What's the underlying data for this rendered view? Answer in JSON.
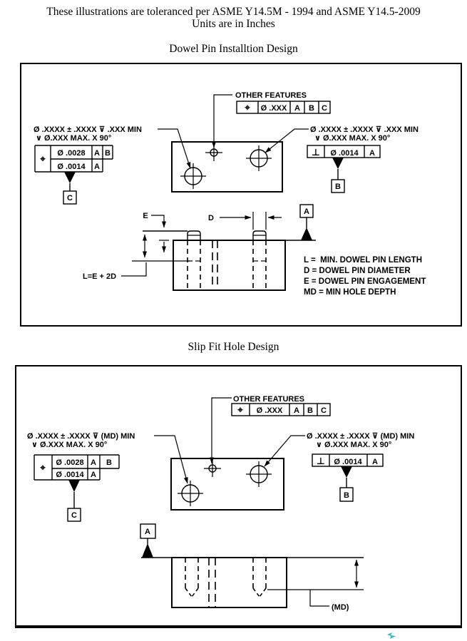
{
  "header": {
    "line1": "These illustrations are toleranced per ASME Y14.5M - 1994 and ASME Y14.5-2009",
    "line2": "Units are in Inches"
  },
  "cursor": {
    "color": "#3ab5c5"
  },
  "diagram1": {
    "title": "Dowel Pin Installtion Design",
    "other_features_label": "OTHER FEATURES",
    "top_fcf": {
      "sym": "⌖",
      "tol": "Ø .XXX",
      "d1": "A",
      "d2": "B",
      "d3": "C"
    },
    "left_callout_line1": "Ø .XXXX ± .XXXX ⊽ .XXX MIN",
    "left_callout_line2": "∨ Ø.XXX MAX. X 90°",
    "left_fcf": {
      "sym": "⌖",
      "r1tol": "Ø .0028",
      "r1d1": "A",
      "r1d2": "B",
      "r2tol": "Ø .0014",
      "r2d1": "A"
    },
    "right_callout_line1": "Ø .XXXX ± .XXXX ⊽ .XXX MIN",
    "right_callout_line2": "∨ Ø.XXX MAX. X 90°",
    "right_fcf": {
      "sym": "⊥",
      "tol": "Ø .0014",
      "d1": "A"
    },
    "datum_a": "A",
    "datum_b": "B",
    "datum_c": "C",
    "dim_e": "E",
    "dim_d": "D",
    "formula": "L=E + 2D",
    "legend": [
      "L =  MIN. DOWEL PIN LENGTH",
      "D = DOWEL PIN DIAMETER",
      "E = DOWEL PIN ENGAGEMENT",
      "MD = MIN HOLE DEPTH"
    ]
  },
  "diagram2": {
    "title": "Slip Fit Hole Design",
    "other_features_label": "OTHER FEATURES",
    "top_fcf": {
      "sym": "⌖",
      "tol": "Ø .XXX",
      "d1": "A",
      "d2": "B",
      "d3": "C"
    },
    "left_callout_line1": "Ø .XXXX ± .XXXX ⊽ (MD) MIN",
    "left_callout_line2": "∨ Ø.XXX MAX. X 90°",
    "left_fcf": {
      "sym": "⌖",
      "r1tol": "Ø .0028",
      "r1d1": "A",
      "r1d2": "B",
      "r2tol": "Ø .0014",
      "r2d1": "A"
    },
    "right_callout_line1": "Ø .XXXX ± .XXXX ⊽ (MD) MIN",
    "right_callout_line2": "∨ Ø.XXX MAX. X 90°",
    "right_fcf": {
      "sym": "⊥",
      "tol": "Ø .0014",
      "d1": "A"
    },
    "datum_a": "A",
    "datum_b": "B",
    "datum_c": "C",
    "md_label": "(MD)"
  }
}
